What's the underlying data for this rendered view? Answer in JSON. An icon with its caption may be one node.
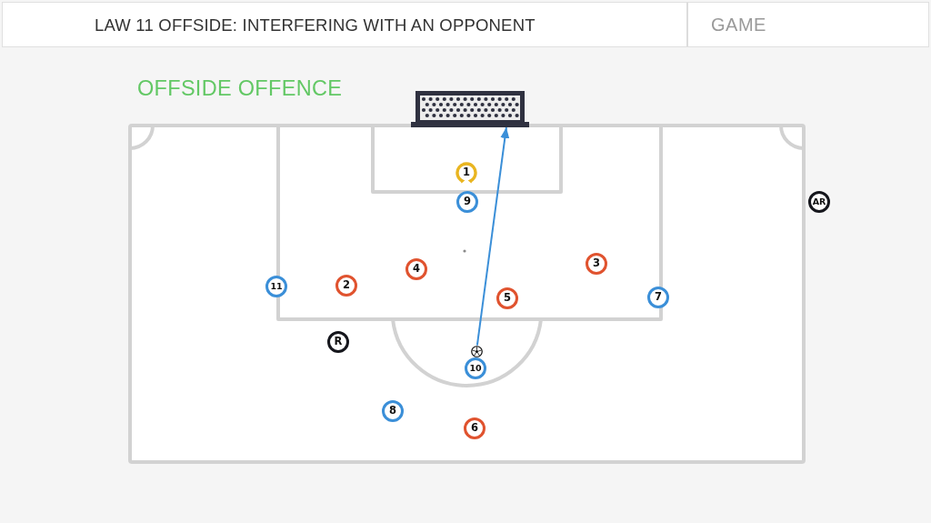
{
  "diagram": {
    "title": "LAW 11 OFFSIDE: INTERFERING WITH AN OPPONENT",
    "nodes": [
      {
        "text": [],
        "shape": "picture"
      },
      {
        "text": [
          "1"
        ]
      },
      {
        "text": [
          "9"
        ]
      },
      {
        "text": [
          "AR"
        ]
      },
      {
        "text": [
          "3"
        ]
      },
      {
        "text": [
          "4"
        ]
      },
      {
        "text": [
          "11"
        ]
      },
      {
        "text": [
          "2"
        ]
      },
      {
        "text": [
          "5"
        ]
      },
      {
        "text": [
          "7"
        ]
      },
      {
        "text": [
          "R"
        ]
      },
      {
        "text": [],
        "shape": "picture"
      },
      {
        "text": [
          "10"
        ]
      },
      {
        "text": [
          "8"
        ]
      },
      {
        "text": [
          "6"
        ]
      }
    ],
    "edges": [
      {
        "from": 11,
        "to": 0,
        "arrow": "to"
      }
    ],
    "labels": [
      "GAME",
      "OFFSIDE OFFENCE"
    ]
  }
}
